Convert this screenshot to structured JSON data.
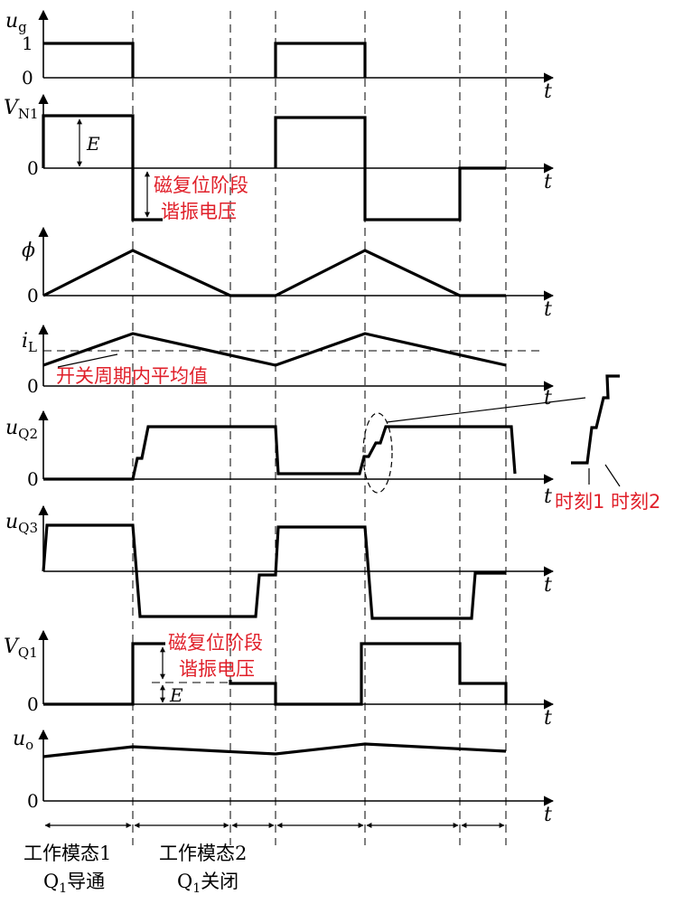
{
  "labels": {
    "ug": "u",
    "ug_sub": "g",
    "ug_one": "1",
    "ug_zero": "0",
    "vn1": "V",
    "vn1_sub": "N1",
    "vn1_zero": "0",
    "vn1_E": "E",
    "phi": "ϕ",
    "phi_zero": "0",
    "il": "i",
    "il_sub": "L",
    "il_zero": "0",
    "uq2": "u",
    "uq2_sub": "Q2",
    "uq2_zero": "0",
    "uq3": "u",
    "uq3_sub": "Q3",
    "vq1": "V",
    "vq1_sub": "Q1",
    "vq1_zero": "0",
    "vq1_E": "E",
    "uo": "u",
    "uo_sub": "o",
    "uo_zero": "0",
    "t": "t"
  },
  "annotations": {
    "reset_1a": "磁复位阶段",
    "reset_1b": "谐振电压",
    "average": "开关周期内平均值",
    "moment": "时刻1 时刻2",
    "reset_2a": "磁复位阶段",
    "reset_2b": "谐振电压"
  },
  "modes": {
    "mode1_a": "工作模态1",
    "mode1_b_pre": "Q",
    "mode1_b_sub": "1",
    "mode1_b_post": "导通",
    "mode2_a": "工作模态2",
    "mode2_b_pre": "Q",
    "mode2_b_sub": "1",
    "mode2_b_post": "关闭"
  }
}
